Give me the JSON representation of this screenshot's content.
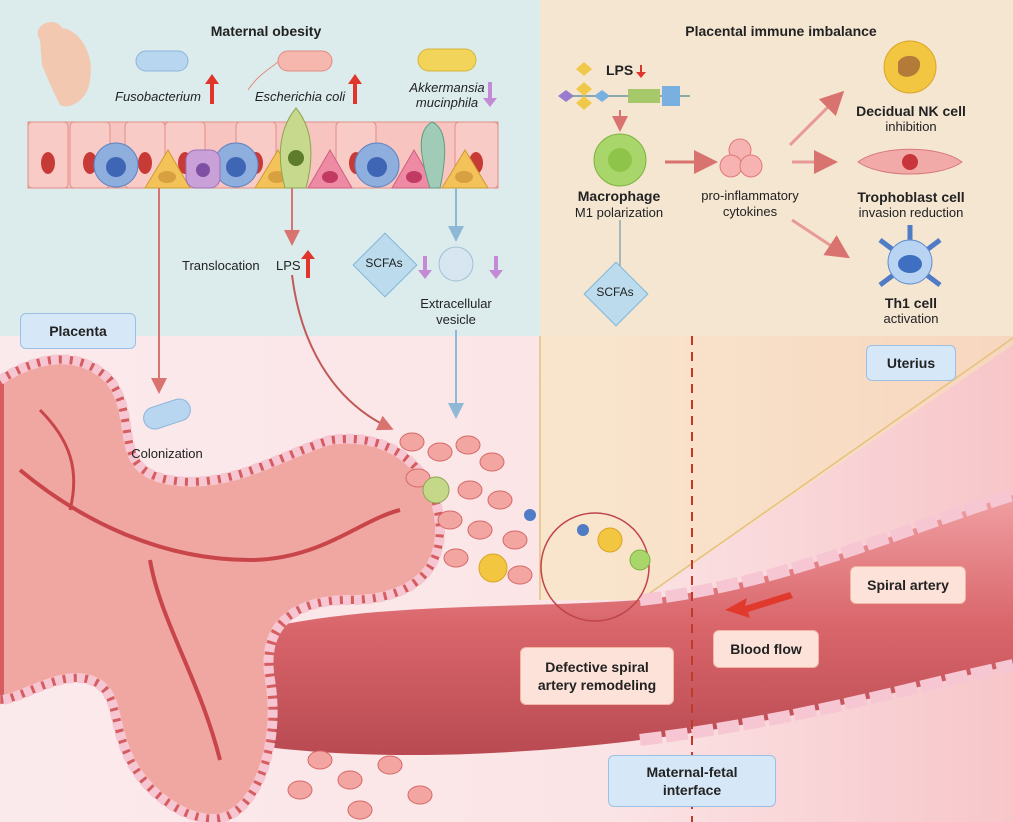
{
  "top_left": {
    "title": "Maternal obesity",
    "bacteria": [
      {
        "name": "Fusobacterium",
        "trend": "up"
      },
      {
        "name": "Escherichia coli",
        "trend": "up"
      },
      {
        "name_line1": "Akkermansia",
        "name_line2": "mucinphila",
        "trend": "down"
      }
    ],
    "translocation": "Translocation",
    "lps": "LPS",
    "scfas": "SCFAs",
    "extracellular_vesicle_line1": "Extracellular",
    "extracellular_vesicle_line2": "vesicle",
    "placenta": "Placenta",
    "colonization": "Colonization"
  },
  "top_right": {
    "title": "Placental immune imbalance",
    "lps": "LPS",
    "macrophage": "Macrophage",
    "m1": "M1 polarization",
    "cytokines_line1": "pro-inflammatory",
    "cytokines_line2": "cytokines",
    "scfas": "SCFAs",
    "nk_title": "Decidual NK cell",
    "nk_sub": "inhibition",
    "troph_title": "Trophoblast cell",
    "troph_sub": "invasion reduction",
    "th1_title": "Th1 cell",
    "th1_sub": "activation",
    "uterius": "Uterius"
  },
  "bottom": {
    "spiral_artery": "Spiral artery",
    "blood_flow": "Blood flow",
    "defective_line1": "Defective spiral",
    "defective_line2": "artery remodeling",
    "interface_line1": "Maternal-fetal",
    "interface_line2": "interface"
  },
  "colors": {
    "up_arrow": "#e0352b",
    "down_arrow": "#c58ad6",
    "tissue": "#e8857f",
    "artery": "#d9666b"
  }
}
